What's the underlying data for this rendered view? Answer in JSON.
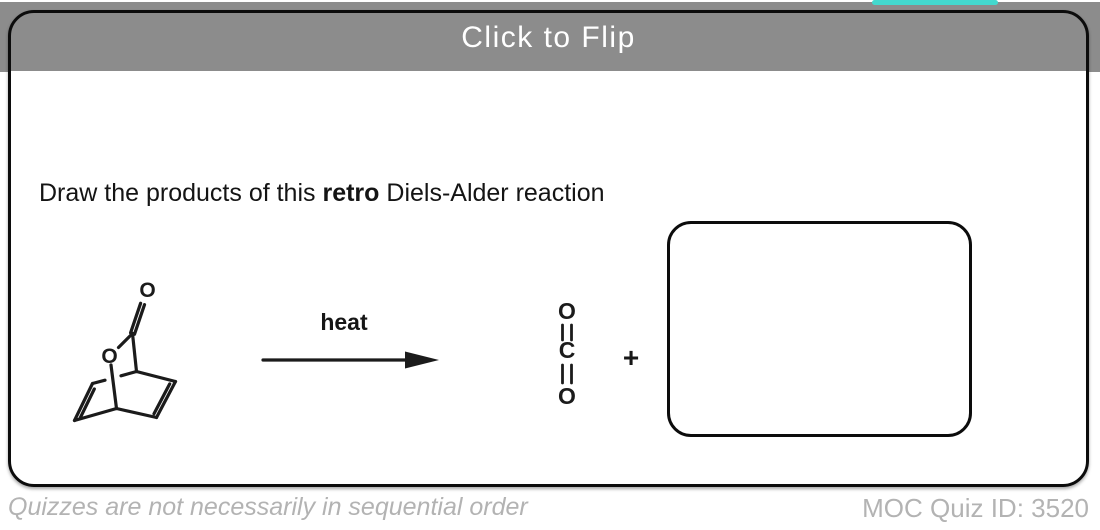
{
  "header": {
    "title": "Click to Flip",
    "bar_color": "#8c8c8c",
    "accent_color": "#43d9ce"
  },
  "question": {
    "prefix": "Draw the products of this ",
    "emphasis": "retro",
    "suffix": " Diels-Alder reaction"
  },
  "reaction": {
    "condition_label": "heat",
    "plus_sign": "+",
    "reactant": {
      "atom_labels": {
        "carbonyl_oxygen": "O",
        "ring_oxygen": "O"
      }
    },
    "co2": {
      "top_oxygen": "O",
      "carbon": "C",
      "bottom_oxygen": "O"
    }
  },
  "footer": {
    "note": "Quizzes are not necessarily in sequential order",
    "quiz_id": "MOC Quiz ID: 3520"
  }
}
